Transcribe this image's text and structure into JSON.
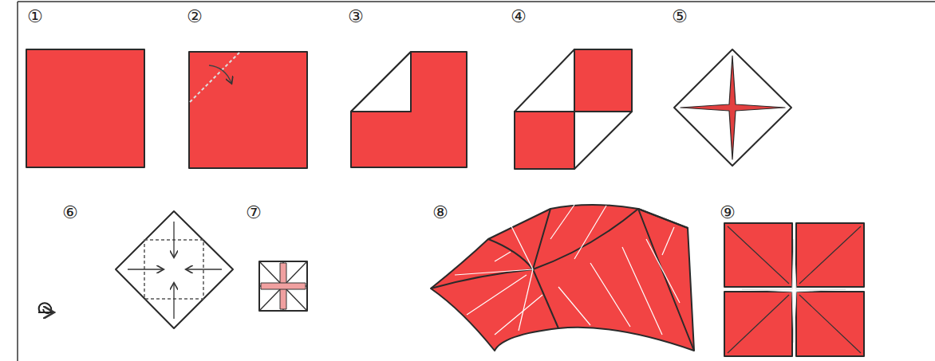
{
  "diagram": {
    "labels": [
      "①",
      "②",
      "③",
      "④",
      "⑤",
      "⑥",
      "⑦",
      "⑧",
      "⑨"
    ]
  }
}
